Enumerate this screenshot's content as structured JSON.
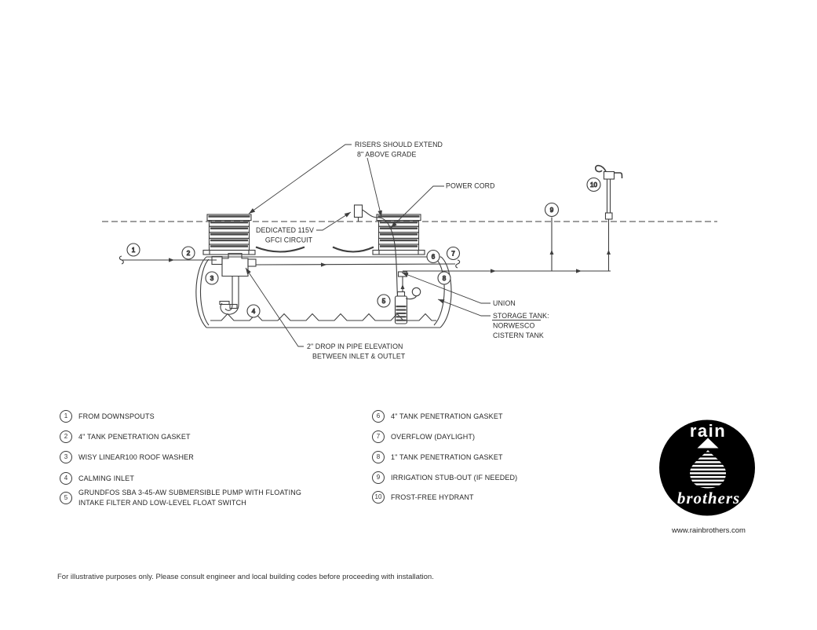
{
  "diagram": {
    "labels": {
      "risers_note_line1": "RISERS SHOULD EXTEND",
      "risers_note_line2": "8\" ABOVE GRADE",
      "power_cord": "POWER CORD",
      "gfci_line1": "DEDICATED 115V",
      "gfci_line2": "GFCI CIRCUIT",
      "union": "UNION",
      "storage_tank_line1": "STORAGE TANK:",
      "storage_tank_line2": "NORWESCO",
      "storage_tank_line3": "CISTERN TANK",
      "drop_note_line1": "2\" DROP IN PIPE ELEVATION",
      "drop_note_line2": "BETWEEN INLET & OUTLET"
    },
    "callouts": {
      "c1": "1",
      "c2": "2",
      "c3": "3",
      "c4": "4",
      "c5": "5",
      "c6": "6",
      "c7": "7",
      "c8": "8",
      "c9": "9",
      "c10": "10"
    }
  },
  "legend": {
    "left": [
      {
        "num": "1",
        "text": "FROM DOWNSPOUTS"
      },
      {
        "num": "2",
        "text": "4\" TANK PENETRATION GASKET"
      },
      {
        "num": "3",
        "text": "WISY LINEAR100 ROOF WASHER"
      },
      {
        "num": "4",
        "text": "CALMING INLET"
      },
      {
        "num": "5",
        "text": "GRUNDFOS SBA 3-45-AW SUBMERSIBLE PUMP WITH FLOATING\nINTAKE FILTER AND LOW-LEVEL FLOAT SWITCH"
      }
    ],
    "right": [
      {
        "num": "6",
        "text": "4\" TANK PENETRATION GASKET"
      },
      {
        "num": "7",
        "text": "OVERFLOW (DAYLIGHT)"
      },
      {
        "num": "8",
        "text": "1\" TANK PENETRATION GASKET"
      },
      {
        "num": "9",
        "text": "IRRIGATION STUB-OUT (IF NEEDED)"
      },
      {
        "num": "10",
        "text": "FROST-FREE HYDRANT"
      }
    ]
  },
  "logo": {
    "word_top": "rain",
    "word_bottom": "brothers",
    "website": "www.rainbrothers.com"
  },
  "footer": {
    "disclaimer": "For illustrative purposes only. Please consult engineer and local building codes before proceeding with installation."
  },
  "colors": {
    "line": "#3e3e3e",
    "text": "#2b2b2b",
    "logo_bg": "#000000"
  }
}
